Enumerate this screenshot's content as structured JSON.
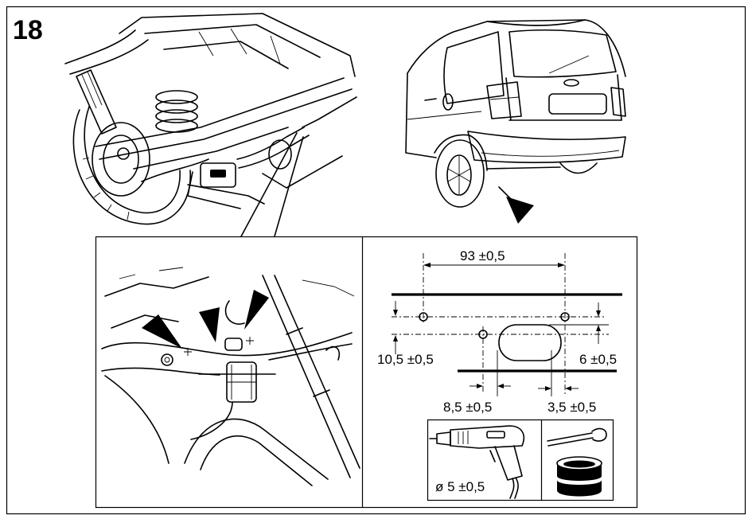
{
  "step_number": "18",
  "dimensions": {
    "hole_spacing": "93 ±0,5",
    "hole_row_offset": "10,5 ±0,5",
    "slot_offset": "6 ±0,5",
    "hole_to_slot": "8,5 ±0,5",
    "slot_to_hole": "3,5 ±0,5"
  },
  "drill": {
    "diameter": "ø 5 ±0,5"
  },
  "icons": {
    "drill": "drill-icon",
    "brush": "paint-brush-icon",
    "paint": "paint-can-icon",
    "pointer": "arrow-icon"
  },
  "colors": {
    "line": "#000000",
    "background": "#ffffff"
  }
}
